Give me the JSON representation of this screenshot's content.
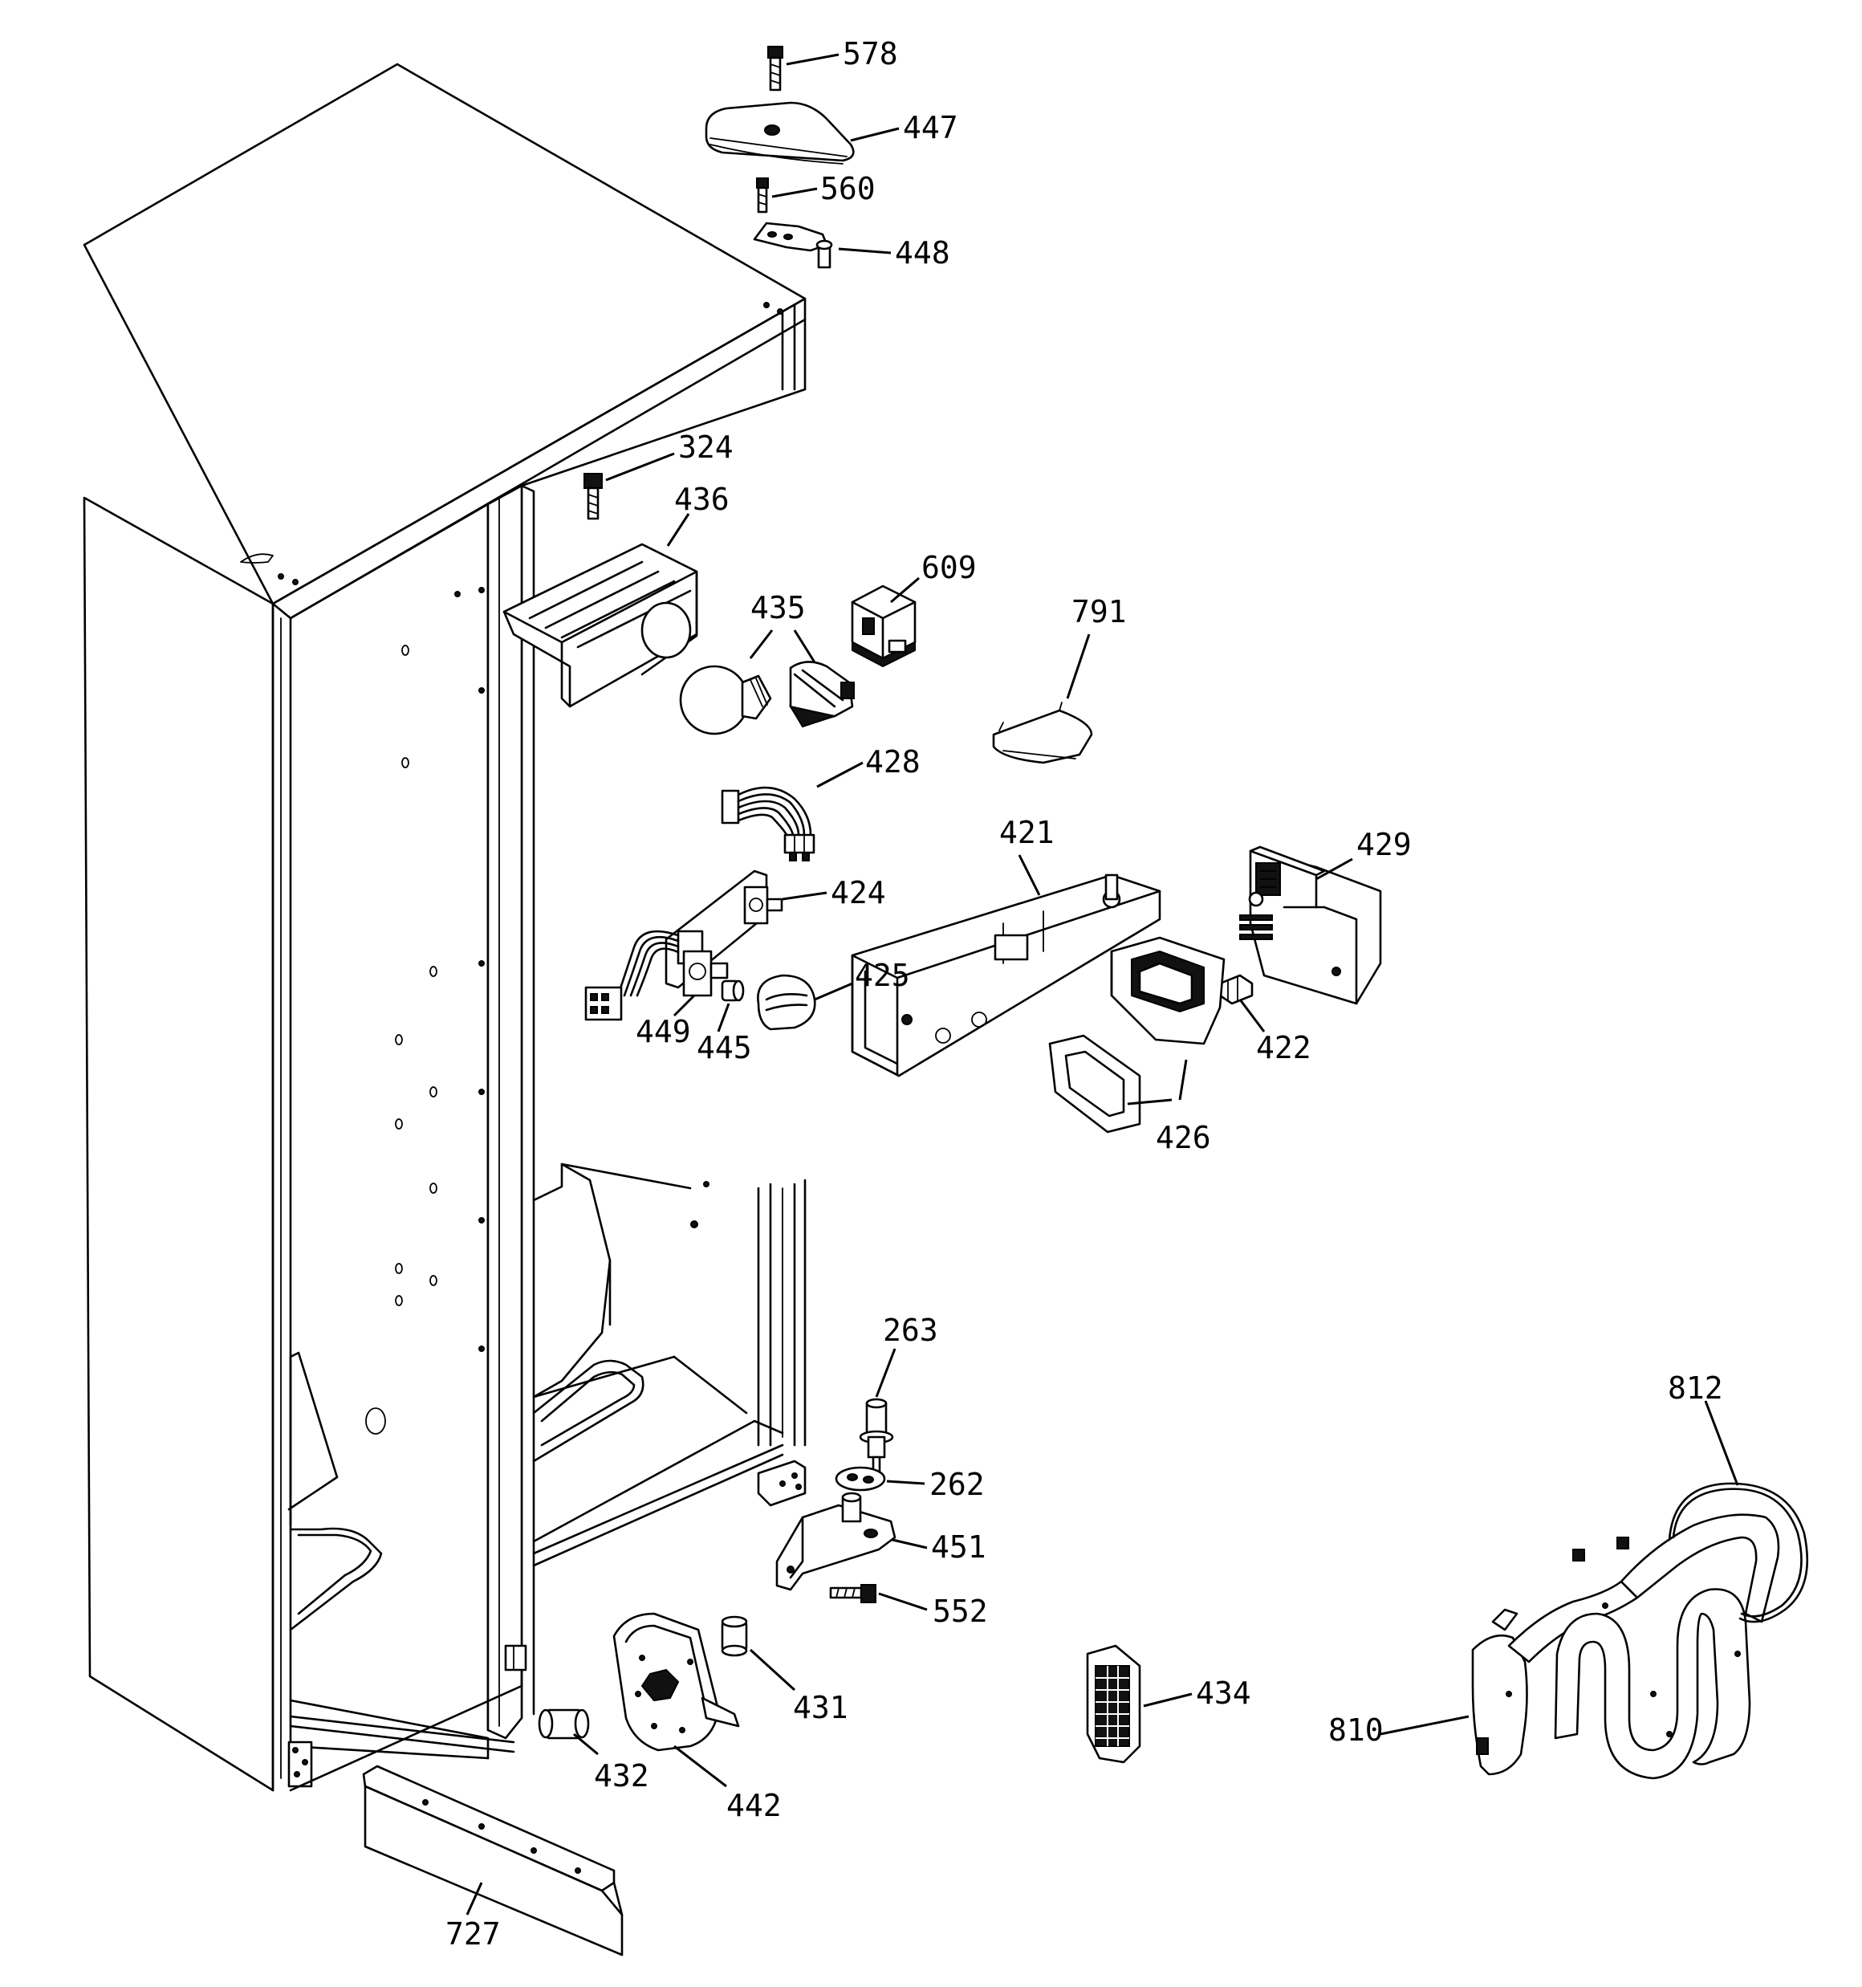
{
  "parts": [
    {
      "id": "p578",
      "label": "578",
      "name": "screw"
    },
    {
      "id": "p447",
      "label": "447",
      "name": "hinge-cover"
    },
    {
      "id": "p560",
      "label": "560",
      "name": "screw"
    },
    {
      "id": "p448",
      "label": "448",
      "name": "hinge"
    },
    {
      "id": "p324",
      "label": "324",
      "name": "screw"
    },
    {
      "id": "p436",
      "label": "436",
      "name": "light-shield"
    },
    {
      "id": "p609",
      "label": "609",
      "name": "light-socket"
    },
    {
      "id": "p435",
      "label": "435",
      "name": "light-bulb-and-socket"
    },
    {
      "id": "p791",
      "label": "791",
      "name": "cover"
    },
    {
      "id": "p428",
      "label": "428",
      "name": "wire-harness"
    },
    {
      "id": "p421",
      "label": "421",
      "name": "control-housing"
    },
    {
      "id": "p429",
      "label": "429",
      "name": "housing-box"
    },
    {
      "id": "p424",
      "label": "424",
      "name": "control-assembly"
    },
    {
      "id": "p425",
      "label": "425",
      "name": "knob"
    },
    {
      "id": "p449",
      "label": "449",
      "name": "thermostat"
    },
    {
      "id": "p445",
      "label": "445",
      "name": "bushing"
    },
    {
      "id": "p422",
      "label": "422",
      "name": "clip"
    },
    {
      "id": "p426",
      "label": "426",
      "name": "switch-and-bezel"
    },
    {
      "id": "p263",
      "label": "263",
      "name": "hinge-pin"
    },
    {
      "id": "p262",
      "label": "262",
      "name": "shim"
    },
    {
      "id": "p451",
      "label": "451",
      "name": "bottom-hinge"
    },
    {
      "id": "p552",
      "label": "552",
      "name": "screw"
    },
    {
      "id": "p812",
      "label": "812",
      "name": "tubing"
    },
    {
      "id": "p431",
      "label": "431",
      "name": "bushing"
    },
    {
      "id": "p434",
      "label": "434",
      "name": "grille"
    },
    {
      "id": "p810",
      "label": "810",
      "name": "water-valve-assembly"
    },
    {
      "id": "p432",
      "label": "432",
      "name": "bushing"
    },
    {
      "id": "p442",
      "label": "442",
      "name": "damper-assembly"
    },
    {
      "id": "p727",
      "label": "727",
      "name": "kick-plate"
    }
  ]
}
